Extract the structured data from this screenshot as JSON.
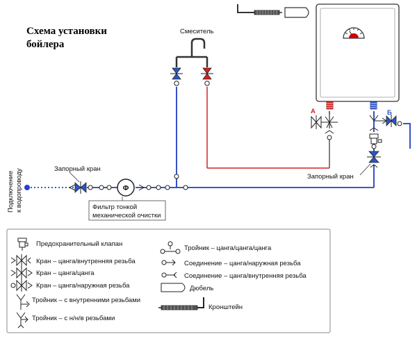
{
  "title": {
    "line1": "Схема установки",
    "line2": "бойлера"
  },
  "labels": {
    "mixer": "Смеситель",
    "shutoff_valve_left": "Запорный кран",
    "shutoff_valve_right": "Запорный кран",
    "filter_line1": "Фильтр тонкой",
    "filter_line2": "механической очистки",
    "water_supply_line1": "Подключение",
    "water_supply_line2": "к водопроводу",
    "hot_outlet": "А",
    "cold_inlet": "Б",
    "filter_symbol": "Ф"
  },
  "legend": {
    "left": [
      "Предохранительный клапан",
      "Кран – цанга/внутренняя резьба",
      "Кран – цанга/цанга",
      "Кран – цанга/наружная резьба",
      "Тройник – с внутренними резьбами",
      "Тройник – с н/н/в резьбами"
    ],
    "right": [
      "Тройник – цанга/цанга/цанга",
      "Соединение – цанга/наружная резьба",
      "Соединение – цанга/внутренняя резьба",
      "Дюбель",
      "Кронштейн"
    ]
  },
  "colors": {
    "cold": "#1f3fbf",
    "hot": "#d42020",
    "valve_blue": "#2a55c8",
    "valve_red": "#d42020",
    "dot_blue": "#2a3fcf",
    "outline": "#222222"
  }
}
